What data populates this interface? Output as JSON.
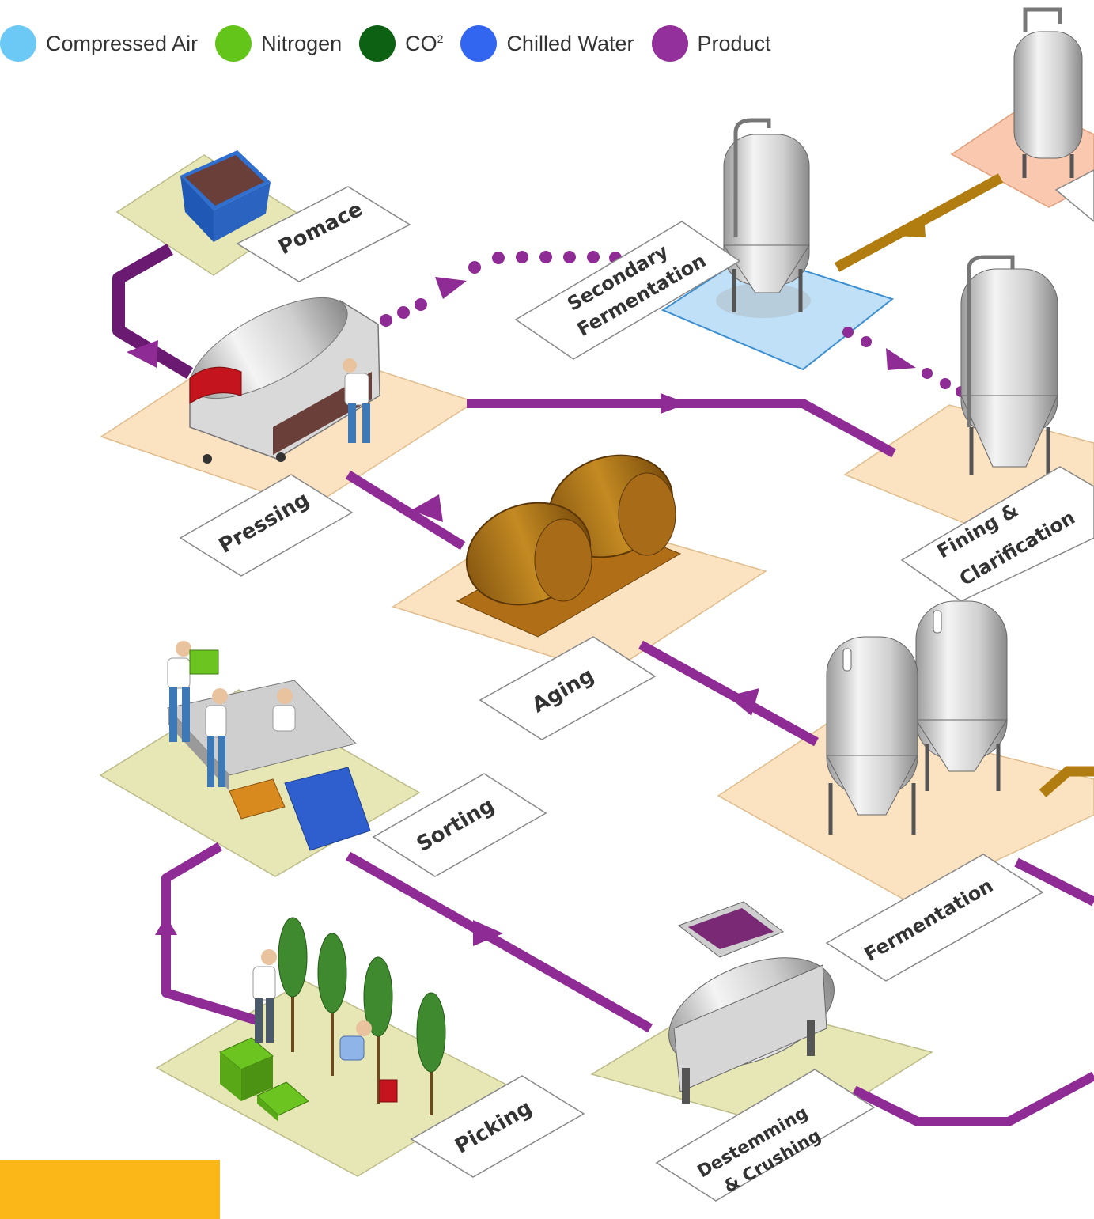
{
  "legend": {
    "items": [
      {
        "label": "Compressed Air",
        "color": "#6CC8F5"
      },
      {
        "label": "Nitrogen",
        "color": "#63C51A"
      },
      {
        "label": "CO",
        "sup": "2",
        "color": "#0C6112"
      },
      {
        "label": "Chilled Water",
        "color": "#3366F0"
      },
      {
        "label": "Product",
        "color": "#93309B"
      }
    ]
  },
  "stations": {
    "pomace": "Pomace",
    "secondary_1": "Secondary",
    "secondary_2": "Fermentation",
    "pressing": "Pressing",
    "fining_1": "Fining &",
    "fining_2": "Clarification",
    "aging": "Aging",
    "sorting": "Sorting",
    "fermentation": "Fermentation",
    "picking": "Picking",
    "destemming_1": "Destemming",
    "destemming_2": "& Crushing"
  },
  "colors": {
    "product_pipe": "#8E2B94",
    "dark_pipe": "#6A1A70",
    "water_pipe": "#B17D10",
    "platform_peach": "#FBE2C0",
    "platform_olive": "#E7E7B5",
    "platform_blue": "#BFE0F7",
    "platform_salmon": "#F9C8AE",
    "accent_bar": "#FBB618"
  }
}
